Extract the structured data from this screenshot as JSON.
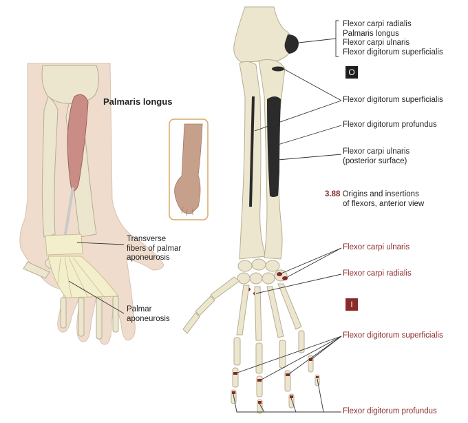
{
  "left_panel": {
    "title": "Palmaris longus",
    "label_transverse": [
      "Transverse",
      "fibers of palmar",
      "aponeurosis"
    ],
    "label_palmar": [
      "Palmar",
      "aponeurosis"
    ]
  },
  "right_panel": {
    "origin_group": [
      "Flexor carpi radialis",
      "Palmaris longus",
      "Flexor carpi ulnaris",
      "Flexor digitorum superficialis"
    ],
    "origin_badge": "O",
    "insertion_badge": "I",
    "labels": {
      "fds_origin": "Flexor digitorum superficialis",
      "fdp_origin": "Flexor digitorum profundus",
      "fcu_posterior": [
        "Flexor carpi ulnaris",
        "(posterior surface)"
      ],
      "fcu_insertion": "Flexor carpi ulnaris",
      "fcr_insertion": "Flexor carpi radialis",
      "fds_insertion": "Flexor digitorum superficialis",
      "fdp_insertion": "Flexor digitorum profundus"
    },
    "caption": {
      "number": "3.88",
      "line1": "Origins and insertions",
      "line2": "of flexors, anterior view"
    }
  },
  "colors": {
    "bone": "#ece6cf",
    "bone_outline": "#b5ad92",
    "skin": "#efdccd",
    "muscle": "#c98d86",
    "origin_mark": "#2b2b2b",
    "insertion_mark": "#8b2a2a",
    "aponeurosis": "#f3eecb",
    "inset_border": "#d9a868"
  }
}
